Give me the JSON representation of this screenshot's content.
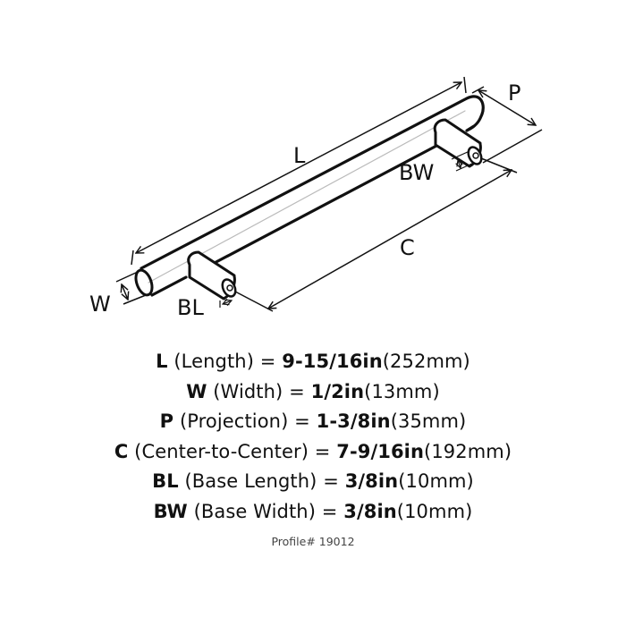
{
  "diagram": {
    "labels": {
      "L": "L",
      "W": "W",
      "P": "P",
      "C": "C",
      "BL": "BL",
      "BW": "BW"
    }
  },
  "specs": [
    {
      "code": "L",
      "name": "(Length) =",
      "imperial": "9-15/16in",
      "metric": "(252mm)"
    },
    {
      "code": "W",
      "name": "(Width) =",
      "imperial": "1/2in",
      "metric": "(13mm)"
    },
    {
      "code": "P",
      "name": "(Projection) =",
      "imperial": "1-3/8in",
      "metric": "(35mm)"
    },
    {
      "code": "C",
      "name": "(Center-to-Center) =",
      "imperial": "7-9/16in",
      "metric": "(192mm)"
    },
    {
      "code": "BL",
      "name": "(Base Length) =",
      "imperial": "3/8in",
      "metric": "(10mm)"
    },
    {
      "code": "BW",
      "name": "(Base Width) =",
      "imperial": "3/8in",
      "metric": "(10mm)"
    }
  ],
  "footer": {
    "profile": "Profile# 19012"
  }
}
